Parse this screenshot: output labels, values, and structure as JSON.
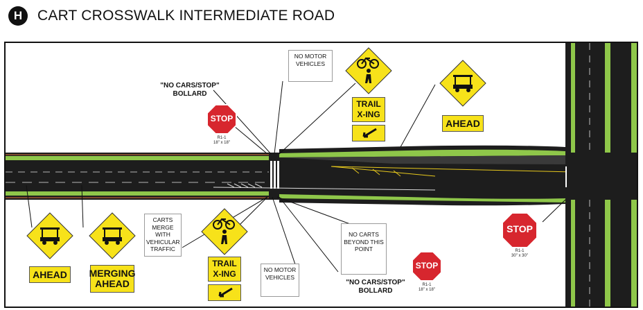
{
  "header": {
    "badge": "H",
    "title": "CART CROSSWALK INTERMEDIATE ROAD"
  },
  "signs": {
    "no_motor_top": "NO MOTOR VEHICLES",
    "no_motor_bottom": "NO MOTOR VEHICLES",
    "no_carts": "NO CARTS BEYOND THIS POINT",
    "carts_merge": "CARTS MERGE WITH VEHICULAR TRAFFIC",
    "bollard_top": "\"NO CARS/STOP\" BOLLARD",
    "bollard_bottom": "\"NO CARS/STOP\" BOLLARD",
    "trail_xing_top": "TRAIL X-ING",
    "trail_xing_bottom": "TRAIL X-ING",
    "ahead_top": "AHEAD",
    "ahead_left": "AHEAD",
    "merging_ahead": "MERGING AHEAD",
    "stop": "STOP"
  },
  "sign_codes": {
    "stop_small_top_code": "R1-1",
    "stop_small_top_size": "18\" x 18\"",
    "stop_small_bottom_code": "R1-1",
    "stop_small_bottom_size": "18\" x 18\"",
    "stop_large_code": "R1-1",
    "stop_large_size": "30\" x 30\""
  },
  "colors": {
    "road": "#1b1b1b",
    "grass": "#8fc74a",
    "sign_yellow": "#f7e21a",
    "stop_red": "#d7262e",
    "cart_lane": "#3a3a3a"
  }
}
